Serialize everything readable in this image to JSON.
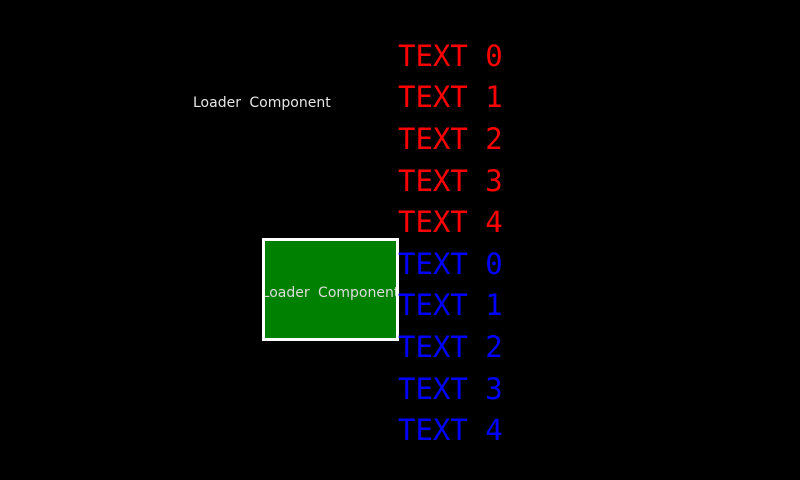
{
  "screen": {
    "background": "#000000"
  },
  "loader_label": {
    "text": "Loader Component",
    "color": "#E6E6E6"
  },
  "loader_box": {
    "text": "Loader Component",
    "fill": "#008000",
    "border_color": "#FFFFFF",
    "text_color": "#DCDCDC"
  },
  "text_list": {
    "red_color": "#FF0000",
    "blue_color": "#0000FF",
    "items": [
      {
        "label": "TEXT 0",
        "color": "#FF0000"
      },
      {
        "label": "TEXT 1",
        "color": "#FF0000"
      },
      {
        "label": "TEXT 2",
        "color": "#FF0000"
      },
      {
        "label": "TEXT 3",
        "color": "#FF0000"
      },
      {
        "label": "TEXT 4",
        "color": "#FF0000"
      },
      {
        "label": "TEXT 0",
        "color": "#0000FF"
      },
      {
        "label": "TEXT 1",
        "color": "#0000FF"
      },
      {
        "label": "TEXT 2",
        "color": "#0000FF"
      },
      {
        "label": "TEXT 3",
        "color": "#0000FF"
      },
      {
        "label": "TEXT 4",
        "color": "#0000FF"
      }
    ]
  }
}
